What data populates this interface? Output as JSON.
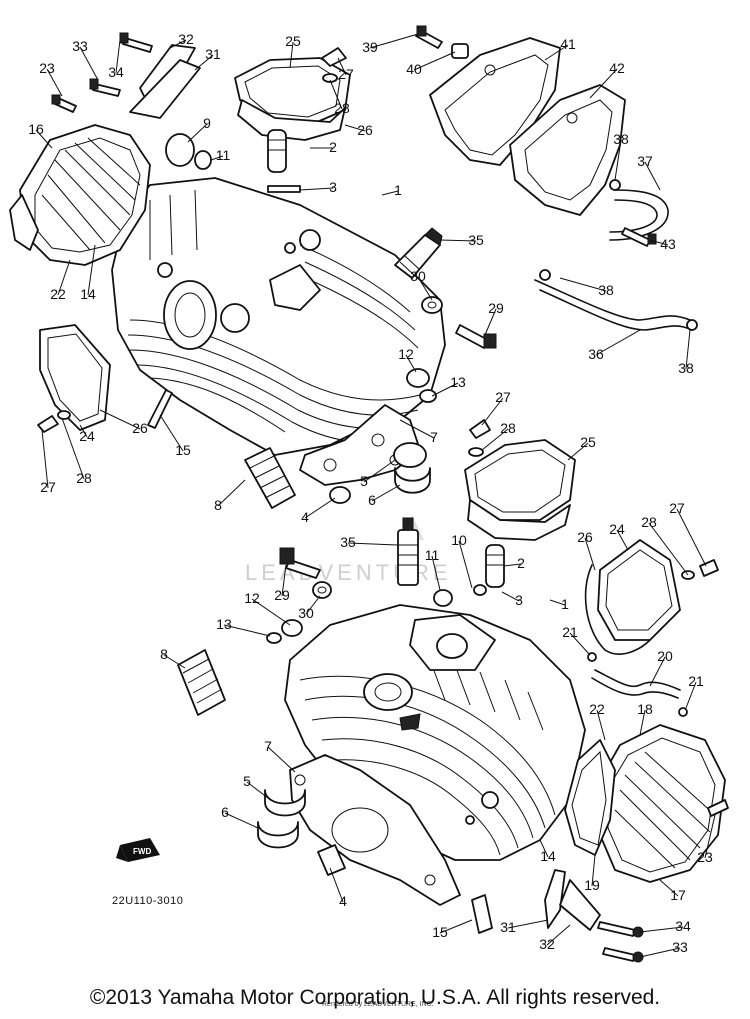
{
  "diagram": {
    "callouts": [
      {
        "n": "1"
      },
      {
        "n": "2"
      },
      {
        "n": "3"
      },
      {
        "n": "9"
      },
      {
        "n": "11"
      },
      {
        "n": "16"
      },
      {
        "n": "22"
      },
      {
        "n": "14"
      },
      {
        "n": "23"
      },
      {
        "n": "33"
      },
      {
        "n": "34"
      },
      {
        "n": "32"
      },
      {
        "n": "31"
      },
      {
        "n": "25"
      },
      {
        "n": "27"
      },
      {
        "n": "28"
      },
      {
        "n": "26"
      },
      {
        "n": "39"
      },
      {
        "n": "40"
      },
      {
        "n": "41"
      },
      {
        "n": "42"
      },
      {
        "n": "38"
      },
      {
        "n": "37"
      },
      {
        "n": "43"
      },
      {
        "n": "38"
      },
      {
        "n": "36"
      },
      {
        "n": "38"
      },
      {
        "n": "35"
      },
      {
        "n": "30"
      },
      {
        "n": "29"
      },
      {
        "n": "12"
      },
      {
        "n": "13"
      },
      {
        "n": "7"
      },
      {
        "n": "27"
      },
      {
        "n": "28"
      },
      {
        "n": "25"
      },
      {
        "n": "5"
      },
      {
        "n": "6"
      },
      {
        "n": "8"
      },
      {
        "n": "4"
      },
      {
        "n": "15"
      },
      {
        "n": "24"
      },
      {
        "n": "26"
      },
      {
        "n": "27"
      },
      {
        "n": "28"
      },
      {
        "n": "26"
      },
      {
        "n": "24"
      },
      {
        "n": "28"
      },
      {
        "n": "27"
      },
      {
        "n": "35"
      },
      {
        "n": "11"
      },
      {
        "n": "10"
      },
      {
        "n": "2"
      },
      {
        "n": "3"
      },
      {
        "n": "1"
      },
      {
        "n": "29"
      },
      {
        "n": "30"
      },
      {
        "n": "12"
      },
      {
        "n": "13"
      },
      {
        "n": "8"
      },
      {
        "n": "21"
      },
      {
        "n": "20"
      },
      {
        "n": "21"
      },
      {
        "n": "22"
      },
      {
        "n": "18"
      },
      {
        "n": "7"
      },
      {
        "n": "5"
      },
      {
        "n": "6"
      },
      {
        "n": "4"
      },
      {
        "n": "14"
      },
      {
        "n": "19"
      },
      {
        "n": "17"
      },
      {
        "n": "23"
      },
      {
        "n": "15"
      },
      {
        "n": "31"
      },
      {
        "n": "32"
      },
      {
        "n": "34"
      },
      {
        "n": "33"
      }
    ],
    "diagram_code": "22U110-3010",
    "watermark": "LEADVENTURE",
    "fwd_label": "FWD",
    "small_print": "Rendered by LEADVENTURE, INC."
  },
  "footer": {
    "copyright": "©2013 Yamaha Motor Corporation, U.S.A. All rights reserved."
  }
}
